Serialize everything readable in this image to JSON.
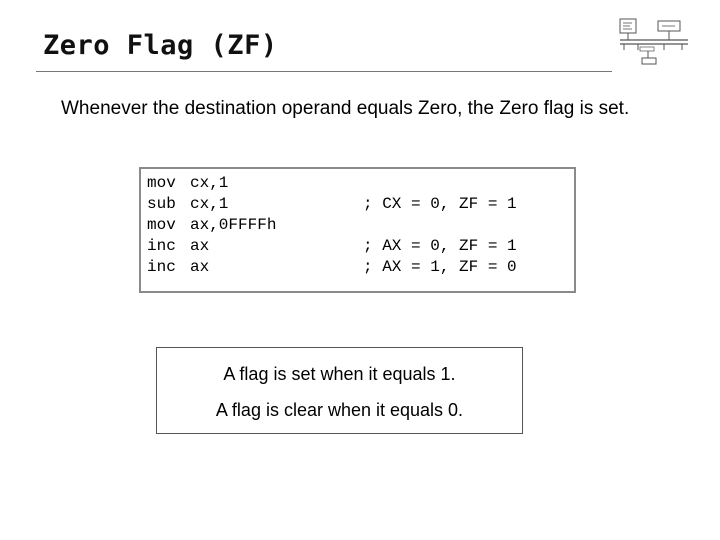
{
  "slide": {
    "title": "Zero Flag (ZF)",
    "intro": "Whenever the destination operand equals Zero, the Zero flag is set."
  },
  "code": {
    "lines": [
      {
        "op": "mov",
        "args": "cx,1",
        "comment": ""
      },
      {
        "op": "sub",
        "args": "cx,1",
        "comment": "; CX = 0, ZF = 1"
      },
      {
        "op": "mov",
        "args": "ax,0FFFFh",
        "comment": ""
      },
      {
        "op": "inc",
        "args": "ax",
        "comment": "; AX = 0, ZF = 1"
      },
      {
        "op": "inc",
        "args": "ax",
        "comment": "; AX = 1, ZF = 0"
      }
    ]
  },
  "note": {
    "set_rule": "A flag is set when it equals 1.",
    "clear_rule": "A flag is clear when it equals 0."
  },
  "colors": {
    "code_border": "#8a8a8a",
    "note_border": "#555555"
  },
  "icons": {
    "corner": "cpu-architecture-diagram-icon"
  }
}
